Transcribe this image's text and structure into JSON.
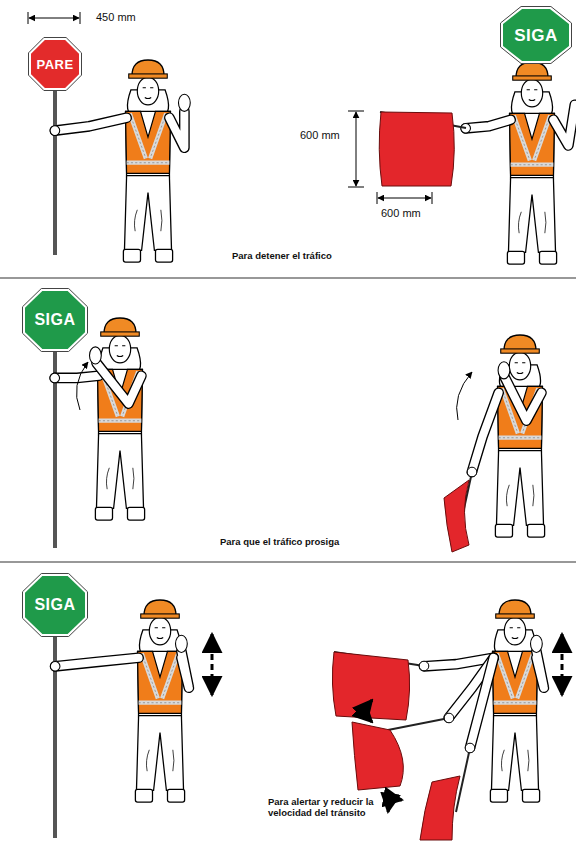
{
  "diagram": {
    "nodes": [
      {
        "text": [
          "PARE"
        ]
      },
      {
        "text": [
          "SIGA"
        ]
      },
      {
        "text": [
          "SIGA"
        ]
      },
      {
        "text": [
          "SIGA"
        ]
      }
    ],
    "labels": [
      "450 mm",
      "600 mm",
      "600 mm",
      "Para detener el tráfico",
      "Para que el tráfico prosiga",
      "Para alertar y reducir la velocidad del tránsito"
    ]
  }
}
